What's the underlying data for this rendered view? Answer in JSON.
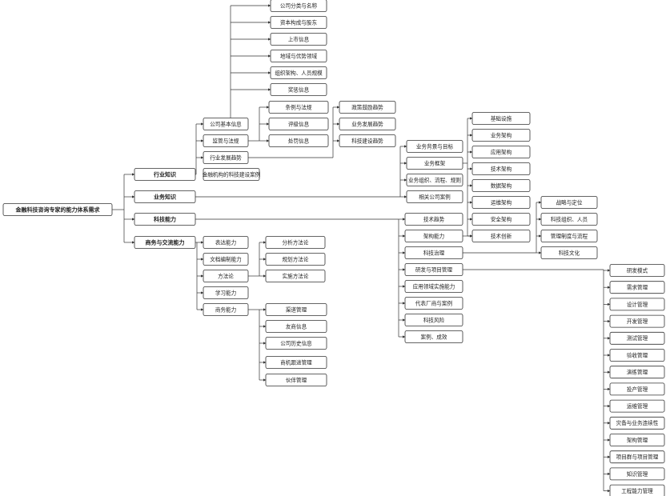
{
  "root": "金融科技咨询专家的能力体系需求",
  "l1": [
    {
      "id": "hy",
      "label": "行业知识"
    },
    {
      "id": "yw",
      "label": "业务知识"
    },
    {
      "id": "kj",
      "label": "科技能力"
    },
    {
      "id": "sw",
      "label": "商务与交流能力"
    }
  ],
  "industry": {
    "children": [
      {
        "id": "gs",
        "label": "公司基本信息"
      },
      {
        "id": "jg",
        "label": "监管与法规"
      },
      {
        "id": "fz",
        "label": "行业发展趋势"
      },
      {
        "id": "al",
        "label": "金融机构的科技建设案例"
      }
    ],
    "company_info": [
      "公司分类与名称",
      "资本构成与股东",
      "上市信息",
      "地域与优势领域",
      "组织架构、人员规模",
      "奖惩信息"
    ],
    "regulation": [
      "条例与法规",
      "评级信息",
      "处罚信息"
    ],
    "trend": [
      "政策鼓励趋势",
      "业务发展趋势",
      "科技建设趋势"
    ]
  },
  "business": {
    "children": [
      "业务背景与目标",
      "业务框架",
      "业务组织、流程、规则",
      "相关公司案例"
    ],
    "framework": [
      "基础设施",
      "业务架构",
      "应用架构",
      "技术架构",
      "数据架构",
      "运维架构",
      "安全架构",
      "技术创新"
    ]
  },
  "tech": {
    "children": [
      "技术趋势",
      "架构能力",
      "科技治理",
      "研发与项目管理",
      "应用领域实施能力",
      "代表厂商与案例",
      "科技风险",
      "案例、成效"
    ],
    "governance": [
      "战略与定位",
      "科技组织、人员",
      "管理制度与流程",
      "科技文化"
    ],
    "rnd": [
      "研发模式",
      "需求管理",
      "设计管理",
      "开发管理",
      "测试管理",
      "验收管理",
      "演练管理",
      "投产管理",
      "运维管理",
      "灾备与业务连续性",
      "架构管理",
      "项目群与项目管理",
      "知识管理",
      "工程能力管理"
    ]
  },
  "commerce": {
    "children": [
      "表达能力",
      "文档编制能力",
      "方法论",
      "学习能力",
      "商务能力"
    ],
    "methodology": [
      "分析方法论",
      "规划方法论",
      "实施方法论"
    ],
    "business_ability": [
      "渠道管理",
      "友商信息",
      "公司历史信息",
      "商机跟进管理",
      "伙伴管理"
    ]
  }
}
